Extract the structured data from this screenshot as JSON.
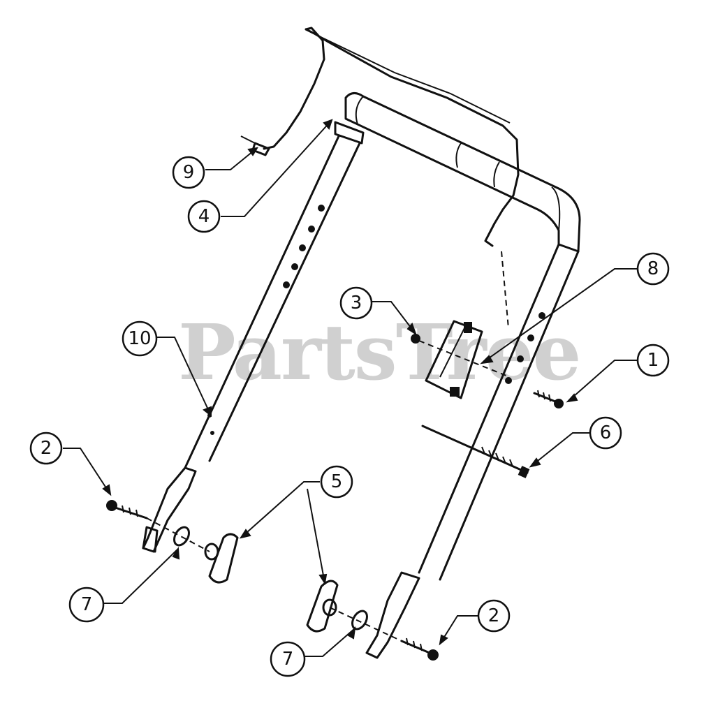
{
  "watermark": "PartsTree",
  "callouts": [
    {
      "id": "9",
      "label": "9"
    },
    {
      "id": "4",
      "label": "4"
    },
    {
      "id": "10",
      "label": "10"
    },
    {
      "id": "3",
      "label": "3"
    },
    {
      "id": "8",
      "label": "8"
    },
    {
      "id": "1",
      "label": "1"
    },
    {
      "id": "6",
      "label": "6"
    },
    {
      "id": "2a",
      "label": "2"
    },
    {
      "id": "5",
      "label": "5"
    },
    {
      "id": "7a",
      "label": "7"
    },
    {
      "id": "7b",
      "label": "7"
    },
    {
      "id": "2b",
      "label": "2"
    }
  ]
}
